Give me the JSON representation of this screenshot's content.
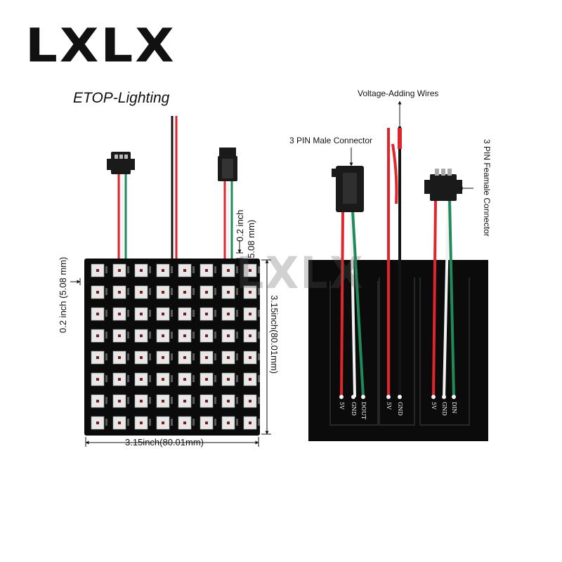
{
  "brand": "LXLX",
  "watermark": "LXLX",
  "vendor": "ETOP-Lighting",
  "front_view": {
    "dim_pitch_top": "0.2 inch",
    "dim_pitch_top_mm": "(5.08 mm)",
    "dim_pitch_left": "0.2 inch (5.08 mm)",
    "dim_height": "3.15inch(80.01mm)",
    "dim_width": "3.15inch(80.01mm)",
    "grid_rows": 8,
    "grid_cols": 8
  },
  "back_view": {
    "voltage_wires": "Voltage-Adding Wires",
    "male_connector": "3 PIN Male Connector",
    "female_connector": "3 PIN Feamale Connector",
    "pads_out": [
      "5V",
      "GND",
      "DOUT"
    ],
    "pads_power": [
      "5V",
      "GND"
    ],
    "pads_in": [
      "5V",
      "GND",
      "DIN"
    ]
  },
  "colors": {
    "wire_red": "#e0262b",
    "wire_green": "#1f8a5a",
    "wire_white": "#f2f2f2",
    "wire_black": "#141414",
    "pcb": "#0b0b0b"
  }
}
